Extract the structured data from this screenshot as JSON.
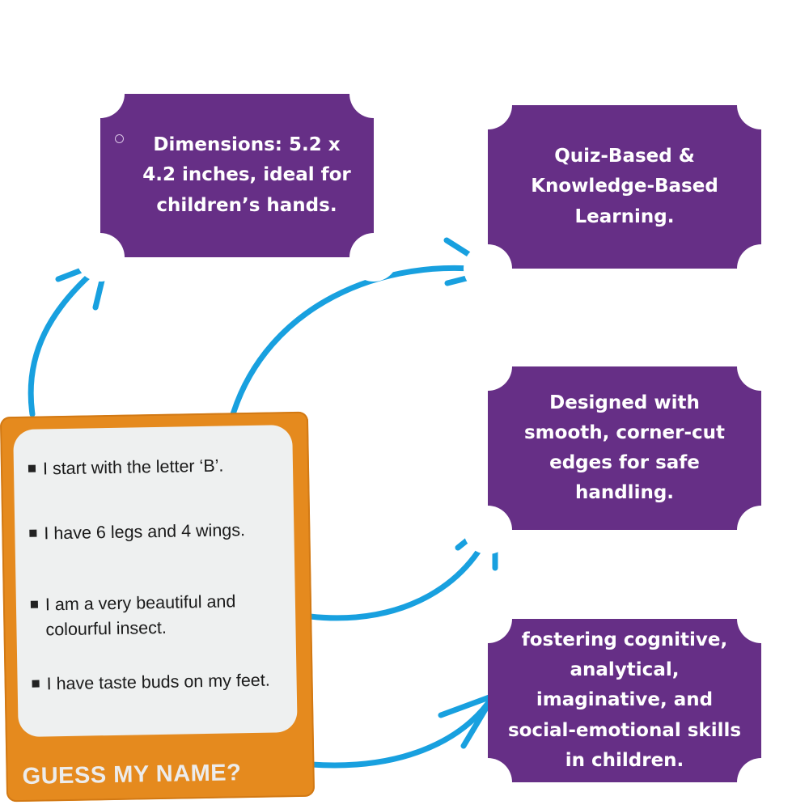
{
  "boxes": {
    "dimensions": "Dimensions: 5.2 x 4.2 inches, ideal for children’s hands.",
    "quiz": "Quiz-Based & Knowledge-Based Learning.",
    "design": "Designed with smooth, corner-cut edges for safe handling.",
    "skills": "fostering cognitive, analytical, imaginative, and social-emotional skills in children."
  },
  "card": {
    "clues": [
      "I start with the letter ‘B’.",
      "I have 6 legs and 4 wings.",
      "I am a very beautiful and colourful insect.",
      "I have taste buds on my feet."
    ],
    "title": "GUESS MY NAME?"
  },
  "colors": {
    "box_bg": "#662f86",
    "arrow": "#18a0df",
    "card_bg": "#e58a1e",
    "card_panel": "#eef0f0"
  }
}
